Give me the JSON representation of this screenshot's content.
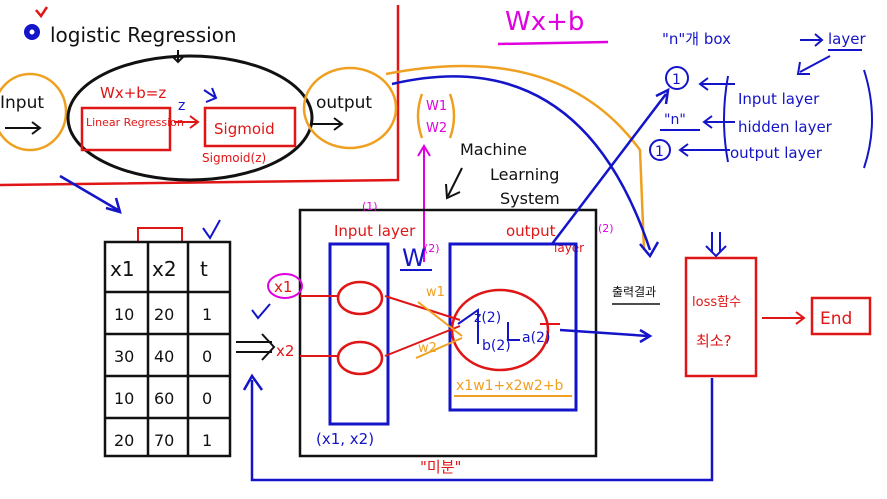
{
  "colors": {
    "black": "#111111",
    "red": "#e01515",
    "blue": "#1414c8",
    "orange": "#f0a020",
    "magenta": "#e000e0"
  },
  "header": {
    "title": "logistic Regression",
    "wx_b": "Wx+b"
  },
  "top_flow": {
    "input": "Input",
    "wxb": "Wx+b=z",
    "linear": "Linear Regression",
    "z": "z",
    "sigmoid": "Sigmoid",
    "sigmoid_z": "Sigmoid(z)",
    "output": "output",
    "weights": [
      "W1",
      "W2"
    ]
  },
  "layers": {
    "title_n": "\"n\"개 box",
    "title_layer": "layer",
    "items": [
      {
        "count": "1",
        "name": "Input layer"
      },
      {
        "count": "\"n\"",
        "name": "hidden layer"
      },
      {
        "count": "1",
        "name": "output layer"
      }
    ]
  },
  "mls": {
    "line1": "Machine",
    "line2": "Learning",
    "line3": "System"
  },
  "table": {
    "headers": [
      "x1",
      "x2",
      "t"
    ],
    "rows": [
      [
        "10",
        "20",
        "1"
      ],
      [
        "30",
        "40",
        "0"
      ],
      [
        "10",
        "60",
        "0"
      ],
      [
        "20",
        "70",
        "1"
      ]
    ]
  },
  "network": {
    "sup1": "(1)",
    "input_layer": "Input layer",
    "w_label": "W",
    "w_sup": "(2)",
    "output_layer_1": "output",
    "output_layer_2": "layer",
    "sup2": "(2)",
    "x1": "x1",
    "x2": "x2",
    "w1": "w1",
    "w2": "w2",
    "z_label": "z(2)",
    "a_label": "a(2)",
    "b_label": "b(2)",
    "formula": "x1w1+x2w2+b",
    "inputs_caption": "(x1, x2)"
  },
  "right": {
    "loss_1": "loss함수",
    "loss_2": "최소?",
    "end": "End",
    "arrow_label": "출력결과"
  },
  "bottom": {
    "label": "\"미분\""
  }
}
